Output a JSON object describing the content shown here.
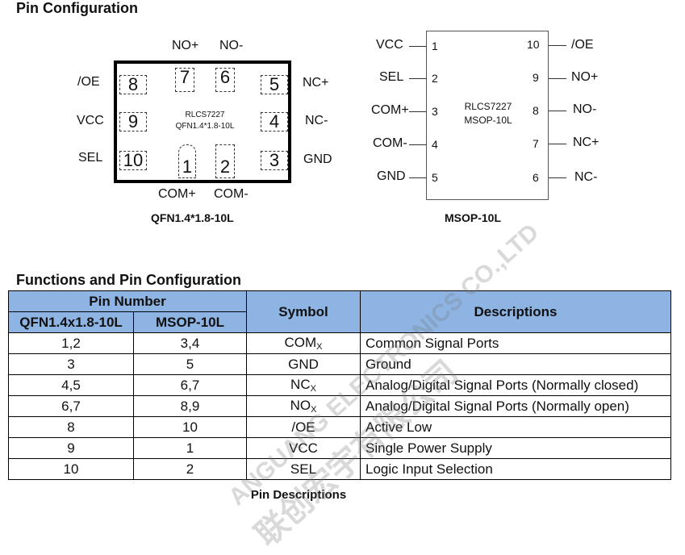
{
  "headings": {
    "pin_configuration": "Pin Configuration",
    "functions": "Functions and Pin Configuration"
  },
  "qfn": {
    "top_labels": [
      "NO+",
      "NO-"
    ],
    "bottom_labels": [
      "COM+",
      "COM-"
    ],
    "left_labels": [
      "/OE",
      "VCC",
      "SEL"
    ],
    "right_labels": [
      "NC+",
      "NC-",
      "GND"
    ],
    "pins": [
      "1",
      "2",
      "3",
      "4",
      "5",
      "6",
      "7",
      "8",
      "9",
      "10"
    ],
    "chip_name": "RLCS7227",
    "chip_package": "QFN1.4*1.8-10L",
    "caption": "QFN1.4*1.8-10L"
  },
  "msop": {
    "left_labels": [
      "VCC",
      "SEL",
      "COM+",
      "COM-",
      "GND"
    ],
    "left_pins": [
      "1",
      "2",
      "3",
      "4",
      "5"
    ],
    "right_labels": [
      "/OE",
      "NO+",
      "NO-",
      "NC+",
      "NC-"
    ],
    "right_pins": [
      "10",
      "9",
      "8",
      "7",
      "6"
    ],
    "chip_name": "RLCS7227",
    "chip_package": "MSOP-10L",
    "caption": "MSOP-10L"
  },
  "table": {
    "head_group": "Pin Number",
    "col_qfn": "QFN1.4x1.8-10L",
    "col_msop": "MSOP-10L",
    "col_symbol": "Symbol",
    "col_desc": "Descriptions",
    "rows": [
      {
        "qfn": "1,2",
        "msop": "3,4",
        "sym": "COM",
        "sub": "X",
        "desc": "Common Signal Ports"
      },
      {
        "qfn": "3",
        "msop": "5",
        "sym": "GND",
        "sub": "",
        "desc": "Ground"
      },
      {
        "qfn": "4,5",
        "msop": "6,7",
        "sym": "NC",
        "sub": "X",
        "desc": "Analog/Digital Signal Ports (Normally closed)"
      },
      {
        "qfn": "6,7",
        "msop": "8,9",
        "sym": "NO",
        "sub": "X",
        "desc": "Analog/Digital Signal Ports (Normally open)"
      },
      {
        "qfn": "8",
        "msop": "10",
        "sym": "/OE",
        "sub": "",
        "desc": "Active Low"
      },
      {
        "qfn": "9",
        "msop": "1",
        "sym": "VCC",
        "sub": "",
        "desc": "Single Power Supply"
      },
      {
        "qfn": "10",
        "msop": "2",
        "sym": "SEL",
        "sub": "",
        "desc": "Logic Input Selection"
      }
    ],
    "caption": "Pin Descriptions"
  },
  "watermark": {
    "text1": "ANGUANG ELECTRONICS CO.,LTD",
    "text2": "联创宏宇有限公司"
  }
}
